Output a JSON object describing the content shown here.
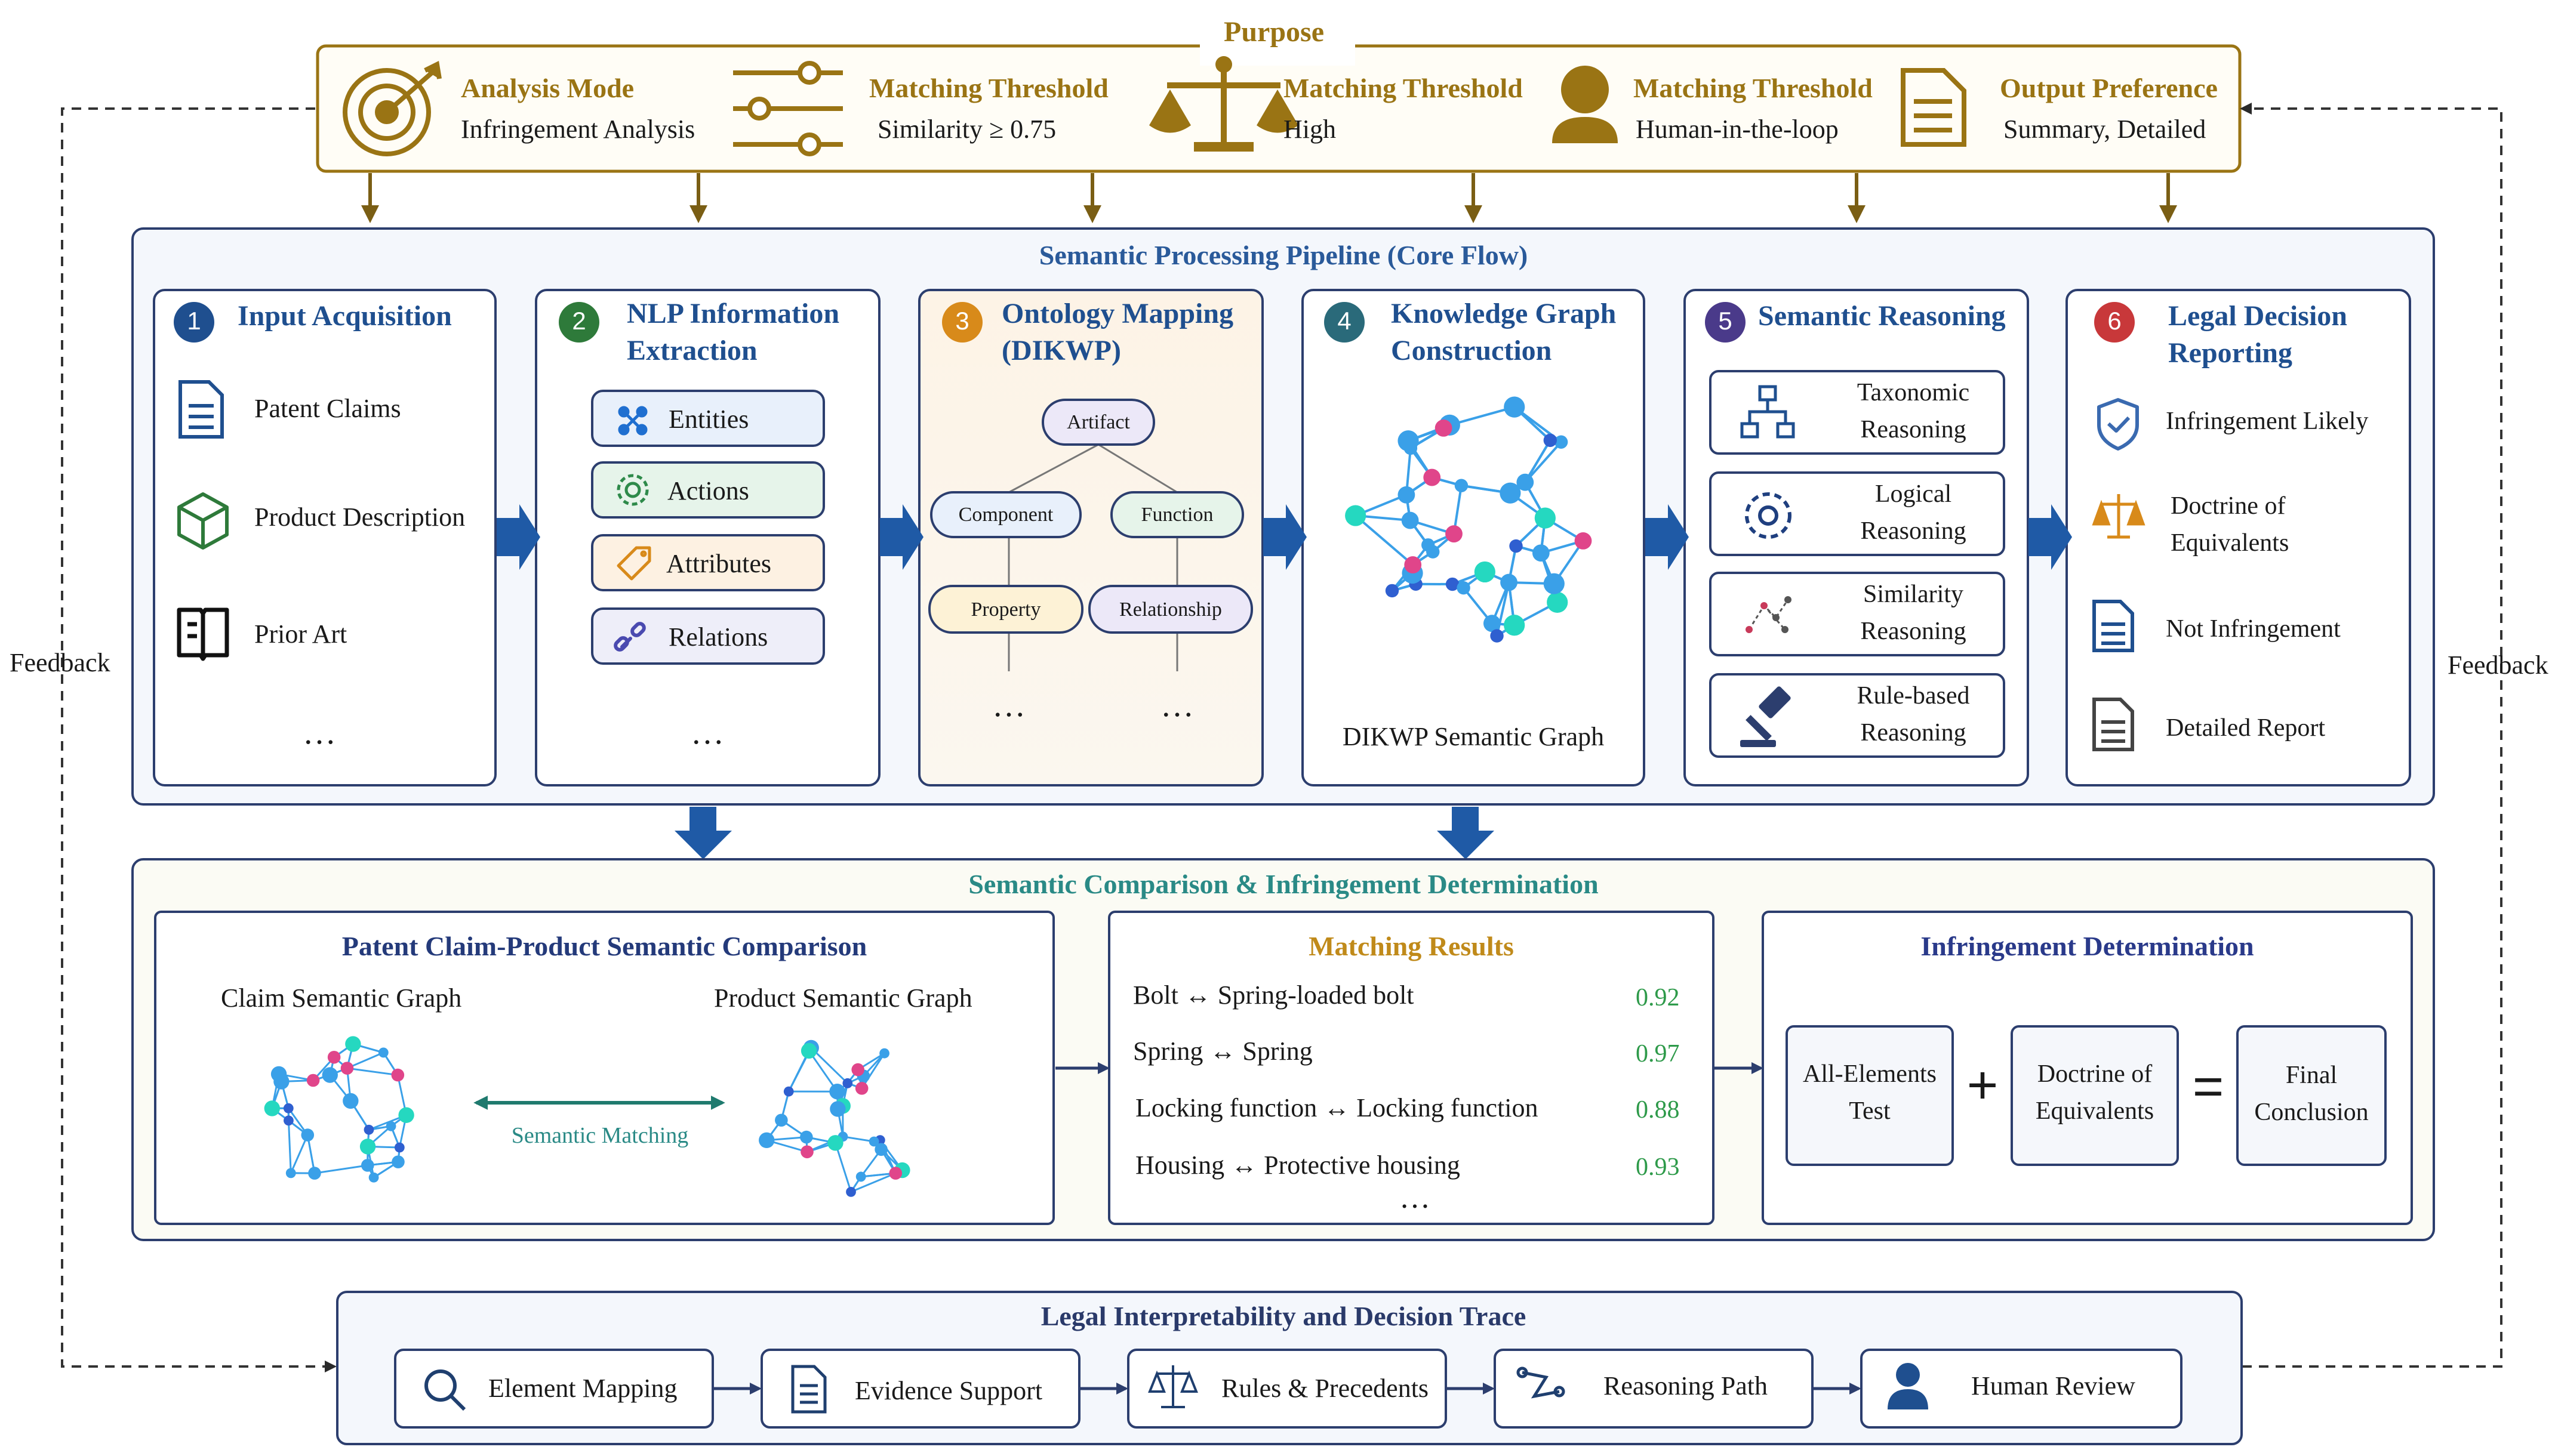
{
  "purpose": {
    "title": "Purpose",
    "items": [
      {
        "label": "Analysis Mode",
        "value": "Infringement Analysis",
        "icon": "target-icon"
      },
      {
        "label": "Matching Threshold",
        "value": "Similarity ≥ 0.75",
        "icon": "sliders-icon"
      },
      {
        "label": "Matching Threshold",
        "value": "High",
        "icon": "scales-icon"
      },
      {
        "label": "Matching Threshold",
        "value": "Human-in-the-loop",
        "icon": "person-icon"
      },
      {
        "label": "Output Preference",
        "value": "Summary, Detailed",
        "icon": "document-icon"
      }
    ]
  },
  "feedback": {
    "left": "Feedback",
    "right": "Feedback"
  },
  "pipeline": {
    "title": "Semantic Processing Pipeline (Core Flow)",
    "stages": [
      {
        "num": "1",
        "title": "Input Acquisition",
        "items": [
          "Patent Claims",
          "Product Description",
          "Prior Art"
        ],
        "more": "…"
      },
      {
        "num": "2",
        "title_line1": "NLP Information",
        "title_line2": "Extraction",
        "items": [
          "Entities",
          "Actions",
          "Attributes",
          "Relations"
        ],
        "more": "…"
      },
      {
        "num": "3",
        "title_line1": "Ontology Mapping",
        "title_line2": "(DIKWP)",
        "nodes": [
          "Artifact",
          "Component",
          "Function",
          "Property",
          "Relationship"
        ],
        "more_left": "…",
        "more_right": "…"
      },
      {
        "num": "4",
        "title_line1": "Knowledge Graph",
        "title_line2": "Construction",
        "caption": "DIKWP Semantic Graph"
      },
      {
        "num": "5",
        "title": "Semantic Reasoning",
        "items": [
          {
            "line1": "Taxonomic",
            "line2": "Reasoning"
          },
          {
            "line1": "Logical",
            "line2": "Reasoning"
          },
          {
            "line1": "Similarity",
            "line2": "Reasoning"
          },
          {
            "line1": "Rule-based",
            "line2": "Reasoning"
          }
        ]
      },
      {
        "num": "6",
        "title_line1": "Legal Decision",
        "title_line2": "Reporting",
        "items": [
          {
            "line1": "Infringement Likely"
          },
          {
            "line1": "Doctrine of",
            "line2": "Equivalents"
          },
          {
            "line1": "Not Infringement"
          },
          {
            "line1": "Detailed Report"
          }
        ]
      }
    ]
  },
  "comparison": {
    "title": "Semantic Comparison & Infringement Determination",
    "semantic": {
      "title": "Patent Claim-Product Semantic Comparison",
      "left_label": "Claim Semantic Graph",
      "right_label": "Product Semantic Graph",
      "matching_label": "Semantic Matching"
    },
    "matching": {
      "title": "Matching Results",
      "rows": [
        {
          "pair": "Bolt ↔ Spring-loaded bolt",
          "score": "0.92"
        },
        {
          "pair": "Spring ↔ Spring",
          "score": "0.97"
        },
        {
          "pair": "Locking function ↔ Locking function",
          "score": "0.88"
        },
        {
          "pair": "Housing ↔ Protective housing",
          "score": "0.93"
        }
      ],
      "more": "…"
    },
    "determination": {
      "title": "Infringement Determination",
      "box1_line1": "All-Elements",
      "box1_line2": "Test",
      "plus": "+",
      "box2_line1": "Doctrine of",
      "box2_line2": "Equivalents",
      "equals": "=",
      "box3_line1": "Final",
      "box3_line2": "Conclusion"
    }
  },
  "trace": {
    "title": "Legal Interpretability and Decision Trace",
    "items": [
      "Element Mapping",
      "Evidence Support",
      "Rules & Precedents",
      "Reasoning Path",
      "Human Review"
    ]
  },
  "colors": {
    "gold": "#9a7414",
    "blue": "#1f4f8f",
    "teal": "#2a8a86",
    "navy": "#243a7a",
    "arrow_blue": "#1f5aa6",
    "node_blue": "#2f8fe0"
  }
}
